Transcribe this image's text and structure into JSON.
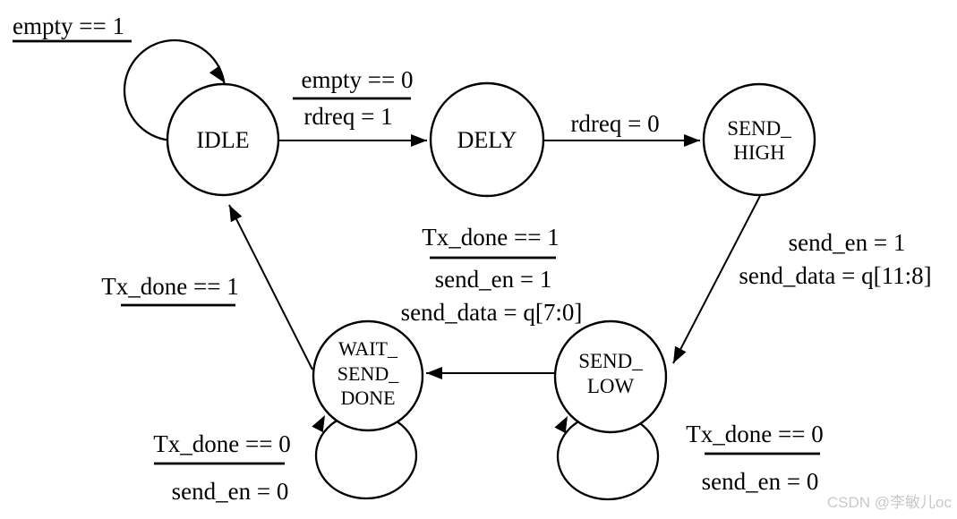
{
  "states": {
    "idle": {
      "label": "IDLE"
    },
    "dely": {
      "label": "DELY"
    },
    "send_high": {
      "line1": "SEND_",
      "line2": "HIGH"
    },
    "send_low": {
      "line1": "SEND_",
      "line2": "LOW"
    },
    "wait_send_done": {
      "line1": "WAIT_",
      "line2": "SEND_",
      "line3": "DONE"
    }
  },
  "transitions": {
    "idle_self": {
      "condition": "empty == 1"
    },
    "idle_to_dely": {
      "condition": "empty == 0",
      "action": "rdreq = 1"
    },
    "dely_to_send_high": {
      "action": "rdreq = 0"
    },
    "send_high_to_send_low": {
      "action_1": "send_en = 1",
      "action_2": "send_data = q[11:8]"
    },
    "send_low_to_wait_send_done": {
      "condition": "Tx_done == 1",
      "action_1": "send_en = 1",
      "action_2": "send_data = q[7:0]"
    },
    "wait_send_done_to_idle": {
      "condition": "Tx_done == 1"
    },
    "send_low_self": {
      "condition": "Tx_done == 0",
      "action": "send_en = 0"
    },
    "wait_send_done_self": {
      "condition": "Tx_done == 0",
      "action": "send_en = 0"
    }
  },
  "watermark": "CSDN @李敏儿oc",
  "colors": {
    "line": "#000000",
    "background": "#ffffff",
    "watermark": "#c9c9c9"
  }
}
